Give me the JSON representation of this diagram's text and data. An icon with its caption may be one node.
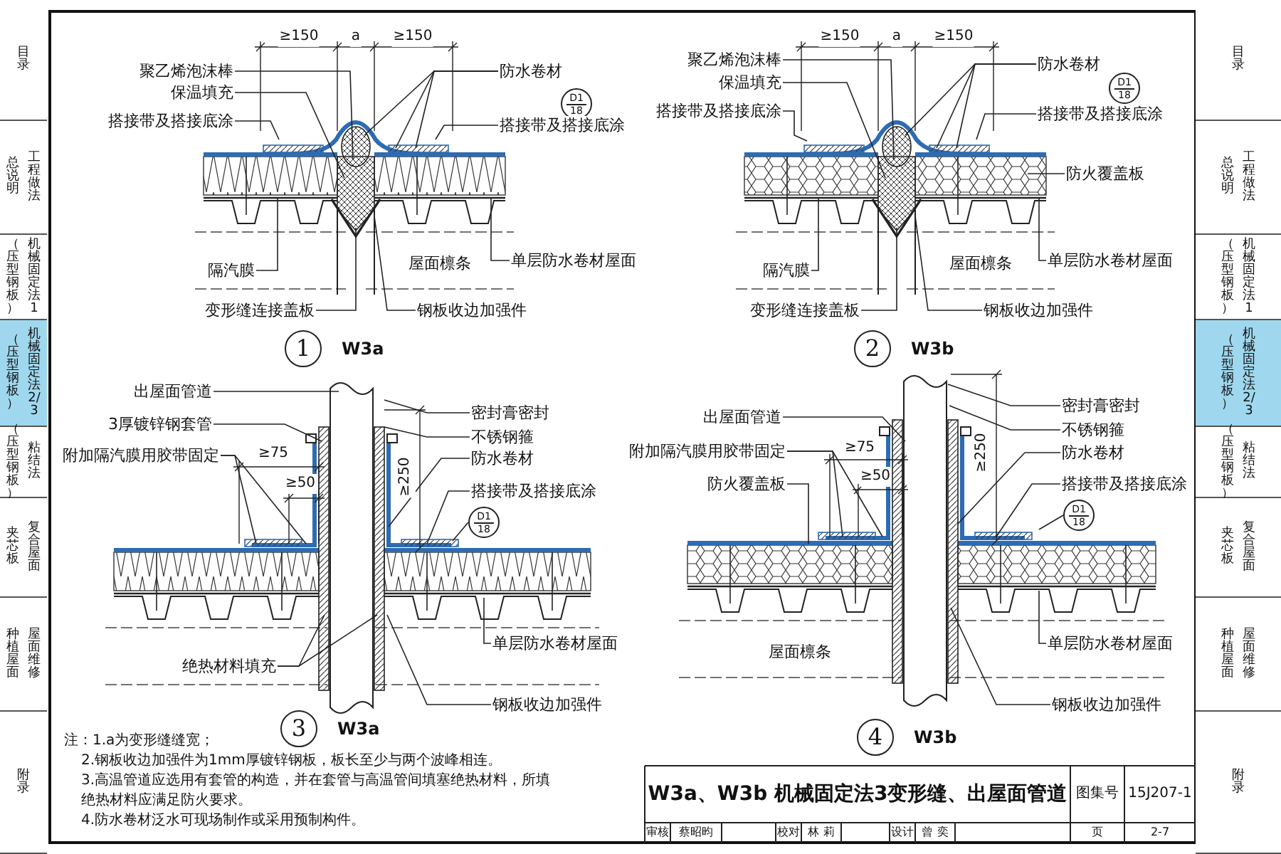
{
  "diagram": {
    "title": "W3a、W3b 机械固定法3变形缝、出屋面管道",
    "nodes": [
      {
        "text": [
          "聚乙烯泡沫棒"
        ]
      },
      {
        "text": [
          "保温填充"
        ]
      },
      {
        "text": [
          "搭接带及搭接底涂"
        ]
      },
      {
        "text": [
          "防水卷材"
        ]
      },
      {
        "text": [
          "D1",
          "18"
        ]
      },
      {
        "text": [
          "搭接带及搭接底涂"
        ]
      },
      {
        "text": [
          "隔汽膜"
        ]
      },
      {
        "text": [
          "单层防水卷材屋面"
        ]
      },
      {
        "text": [
          "变形缝连接盖板"
        ]
      },
      {
        "text": [
          "钢板收边加强件"
        ]
      },
      {
        "text": [
          "1"
        ],
        "beside": [
          "W3a"
        ]
      },
      {
        "text": [
          "聚乙烯泡沫棒"
        ]
      },
      {
        "text": [
          "保温填充"
        ]
      },
      {
        "text": [
          "搭接带及搭接底涂"
        ]
      },
      {
        "text": [
          "防水卷材"
        ]
      },
      {
        "text": [
          "D1",
          "18"
        ]
      },
      {
        "text": [
          "搭接带及搭接底涂"
        ]
      },
      {
        "text": [
          "防火覆盖板"
        ]
      },
      {
        "text": [
          "隔汽膜"
        ]
      },
      {
        "text": [
          "单层防水卷材屋面"
        ]
      },
      {
        "text": [
          "变形缝连接盖板"
        ]
      },
      {
        "text": [
          "钢板收边加强件"
        ]
      },
      {
        "text": [
          "2"
        ],
        "beside": [
          "W3b"
        ]
      },
      {
        "text": [
          "出屋面管道"
        ]
      },
      {
        "text": [
          "3厚镀锌钢套管"
        ]
      },
      {
        "text": [
          "附加隔汽膜用胶带固定"
        ]
      },
      {
        "text": [
          "密封膏密封"
        ]
      },
      {
        "text": [
          "不锈钢箍"
        ]
      },
      {
        "text": [
          "防水卷材"
        ]
      },
      {
        "text": [
          "搭接带及搭接底涂"
        ]
      },
      {
        "text": [
          "D1",
          "18"
        ]
      },
      {
        "text": [
          "单层防水卷材屋面"
        ]
      },
      {
        "text": [
          "绝热材料填充"
        ]
      },
      {
        "text": [
          "钢板收边加强件"
        ]
      },
      {
        "text": [
          "3"
        ],
        "beside": [
          "W3a"
        ]
      },
      {
        "text": [
          "出屋面管道"
        ]
      },
      {
        "text": [
          "附加隔汽膜用胶带固定"
        ]
      },
      {
        "text": [
          "防火覆盖板"
        ]
      },
      {
        "text": [
          "密封膏密封"
        ]
      },
      {
        "text": [
          "不锈钢箍"
        ]
      },
      {
        "text": [
          "防水卷材"
        ]
      },
      {
        "text": [
          "搭接带及搭接底涂"
        ]
      },
      {
        "text": [
          "D1",
          "18"
        ]
      },
      {
        "text": [
          "单层防水卷材屋面"
        ]
      },
      {
        "text": [
          "钢板收边加强件"
        ]
      },
      {
        "text": [
          "4"
        ],
        "beside": [
          "W3b"
        ]
      },
      {
        "text": [
          "目录"
        ]
      },
      {
        "text": [
          "总说明",
          "工程做法"
        ]
      },
      {
        "text": [
          "（压型钢板）",
          "机械固定法1"
        ]
      },
      {
        "text": [
          "（压型钢板）",
          "机械固定法2/3"
        ]
      },
      {
        "text": [
          "（压型钢板）",
          "粘结法"
        ]
      },
      {
        "text": [
          "夹芯板",
          "复合屋面"
        ]
      },
      {
        "text": [
          "种植屋面",
          "屋面维修"
        ]
      },
      {
        "text": [
          "附录"
        ]
      },
      {
        "text": [
          "目录"
        ]
      },
      {
        "text": [
          "总说明",
          "工程做法"
        ]
      },
      {
        "text": [
          "（压型钢板）",
          "机械固定法1"
        ]
      },
      {
        "text": [
          "（压型钢板）",
          "机械固定法2/3"
        ]
      },
      {
        "text": [
          "（压型钢板）",
          "粘结法"
        ]
      },
      {
        "text": [
          "夹芯板",
          "复合屋面"
        ]
      },
      {
        "text": [
          "种植屋面",
          "屋面维修"
        ]
      },
      {
        "text": [
          "附录"
        ]
      }
    ],
    "edges": [
      {
        "from": 0,
        "to": null,
        "arrow": "none"
      },
      {
        "from": 1,
        "to": null,
        "arrow": "none"
      },
      {
        "from": 2,
        "to": null,
        "arrow": "none"
      },
      {
        "from": 3,
        "to": null,
        "arrow": "none"
      },
      {
        "from": 3,
        "to": null,
        "arrow": "none"
      },
      {
        "from": 3,
        "to": null,
        "arrow": "none"
      },
      {
        "from": 5,
        "to": null,
        "arrow": "none"
      },
      {
        "from": 6,
        "to": null,
        "arrow": "none"
      },
      {
        "from": 7,
        "to": null,
        "arrow": "none"
      },
      {
        "from": 8,
        "to": null,
        "arrow": "none"
      },
      {
        "from": 9,
        "to": null,
        "arrow": "none"
      },
      {
        "from": 11,
        "to": null,
        "arrow": "none"
      },
      {
        "from": 12,
        "to": null,
        "arrow": "none"
      },
      {
        "from": 13,
        "to": null,
        "arrow": "none"
      },
      {
        "from": 14,
        "to": null,
        "arrow": "none"
      },
      {
        "from": 14,
        "to": null,
        "arrow": "none"
      },
      {
        "from": 14,
        "to": null,
        "arrow": "none"
      },
      {
        "from": 16,
        "to": null,
        "arrow": "none"
      },
      {
        "from": 17,
        "to": null,
        "arrow": "none"
      },
      {
        "from": 18,
        "to": null,
        "arrow": "none"
      },
      {
        "from": 19,
        "to": null,
        "arrow": "none"
      },
      {
        "from": 20,
        "to": null,
        "arrow": "none"
      },
      {
        "from": 21,
        "to": null,
        "arrow": "none"
      },
      {
        "from": 23,
        "to": null,
        "arrow": "none"
      },
      {
        "from": 24,
        "to": null,
        "arrow": "none"
      },
      {
        "from": 25,
        "to": null,
        "arrow": "none"
      },
      {
        "from": 25,
        "to": null,
        "arrow": "none"
      },
      {
        "from": 26,
        "to": null,
        "arrow": "none"
      },
      {
        "from": 27,
        "to": null,
        "arrow": "none"
      },
      {
        "from": 28,
        "to": null,
        "arrow": "none"
      },
      {
        "from": 29,
        "to": null,
        "arrow": "none"
      },
      {
        "from": 30,
        "to": null,
        "arrow": "none"
      },
      {
        "from": 31,
        "to": null,
        "arrow": "none"
      },
      {
        "from": 32,
        "to": null,
        "arrow": "none"
      },
      {
        "from": 32,
        "to": null,
        "arrow": "none"
      },
      {
        "from": 33,
        "to": null,
        "arrow": "none"
      },
      {
        "from": 35,
        "to": null,
        "arrow": "none"
      },
      {
        "from": 36,
        "to": null,
        "arrow": "none"
      },
      {
        "from": 36,
        "to": null,
        "arrow": "none"
      },
      {
        "from": 37,
        "to": null,
        "arrow": "none"
      },
      {
        "from": 38,
        "to": null,
        "arrow": "none"
      },
      {
        "from": 39,
        "to": null,
        "arrow": "none"
      },
      {
        "from": 40,
        "to": null,
        "arrow": "none"
      },
      {
        "from": 41,
        "to": null,
        "arrow": "none"
      },
      {
        "from": 42,
        "to": null,
        "arrow": "none"
      },
      {
        "from": 43,
        "to": null,
        "arrow": "none"
      },
      {
        "from": 44,
        "to": null,
        "arrow": "none"
      }
    ],
    "labels": [
      "≥150",
      "a",
      "≥150",
      "屋面檩条",
      "≥150",
      "a",
      "≥150",
      "屋面檩条",
      "≥75",
      "≥50",
      "≥250",
      "≥75",
      "≥50",
      "≥250",
      "屋面檩条",
      "注：1.a为变形缝缝宽；",
      "2.钢板收边加强件为1mm厚镀锌钢板，板长至少与两个波峰相连。",
      "3.高温管道应选用有套管的构造，并在套管与高温管间填塞绝热材料，所填绝热材料应满足防火要求。",
      "4.防水卷材泛水可现场制作或采用预制构件。",
      "图集号",
      "15J207-1",
      "审核",
      "蔡昭昀",
      "校对",
      "林 莉",
      "设计",
      "曾 奕",
      "页",
      "2-7"
    ]
  }
}
